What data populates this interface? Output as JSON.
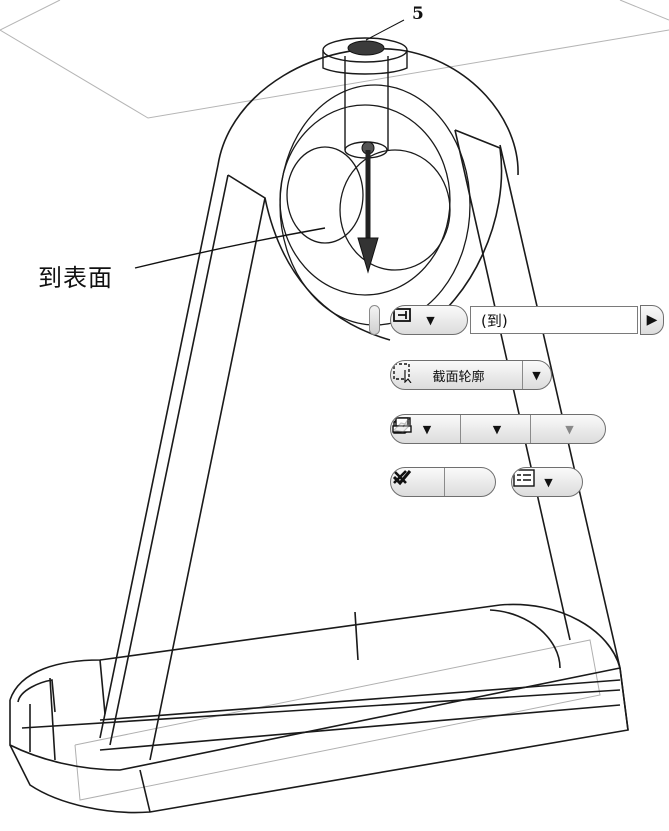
{
  "callouts": {
    "to_surface": "到表面",
    "item_number": "5"
  },
  "minitoolbar": {
    "extent_value": "(到)",
    "extent_icon": "terminate-to-icon",
    "profile_label": "截面轮廓",
    "profile_icon": "select-profile-icon",
    "output_icon": "solid-output-icon",
    "operation_icon": "join-operation-icon",
    "direction_icon": "direction-flip-icon",
    "ok_icon": "check-icon",
    "cancel_icon": "close-icon",
    "more_icon": "options-list-icon"
  }
}
